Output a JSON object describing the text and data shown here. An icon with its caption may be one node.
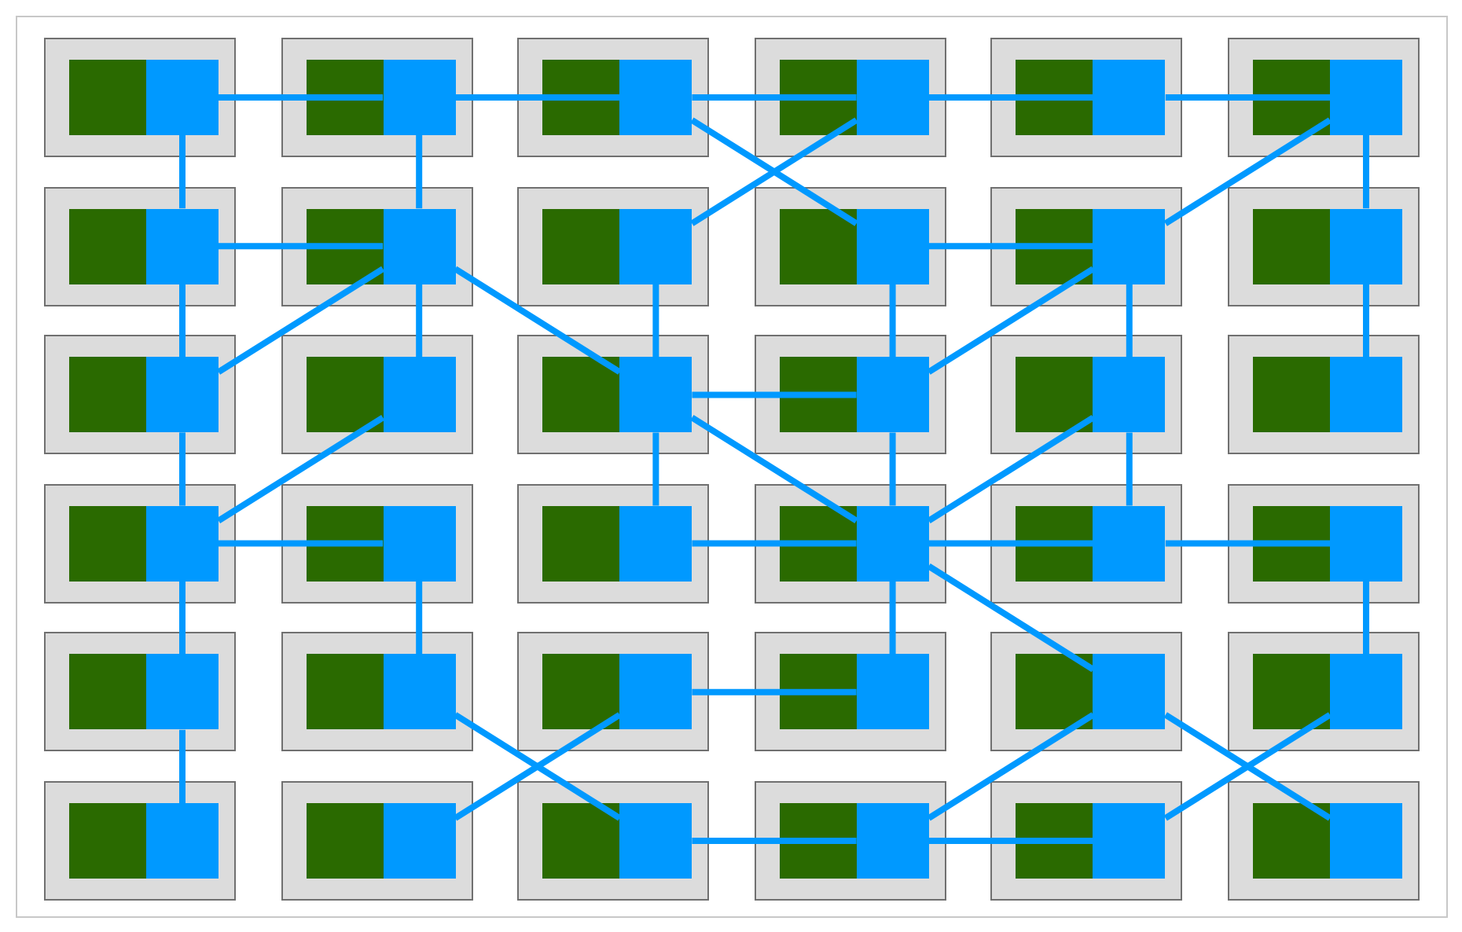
{
  "diagram": {
    "nodes": [
      {
        "text": [],
        "shape": "box"
      },
      {
        "text": [],
        "shape": "box",
        "in": 0
      },
      {
        "text": [],
        "shape": "box"
      },
      {
        "text": [],
        "shape": "box",
        "in": 2
      },
      {
        "text": [],
        "shape": "box"
      },
      {
        "text": [],
        "shape": "box",
        "in": 4
      },
      {
        "text": [],
        "shape": "box"
      },
      {
        "text": [],
        "shape": "box",
        "in": 6
      },
      {
        "text": [],
        "shape": "box"
      },
      {
        "text": [],
        "shape": "box",
        "in": 8
      },
      {
        "text": [],
        "shape": "box"
      },
      {
        "text": [],
        "shape": "box",
        "in": 10
      },
      {
        "text": [],
        "shape": "box"
      },
      {
        "text": [],
        "shape": "box",
        "in": 12
      },
      {
        "text": [],
        "shape": "box"
      },
      {
        "text": [],
        "shape": "box",
        "in": 14
      },
      {
        "text": [],
        "shape": "box"
      },
      {
        "text": [],
        "shape": "box",
        "in": 16
      },
      {
        "text": [],
        "shape": "box"
      },
      {
        "text": [],
        "shape": "box",
        "in": 18
      },
      {
        "text": [],
        "shape": "box"
      },
      {
        "text": [],
        "shape": "box",
        "in": 20
      },
      {
        "text": [],
        "shape": "box"
      },
      {
        "text": [],
        "shape": "box",
        "in": 22
      },
      {
        "text": [],
        "shape": "box"
      },
      {
        "text": [],
        "shape": "box",
        "in": 24
      },
      {
        "text": [],
        "shape": "box"
      },
      {
        "text": [],
        "shape": "box",
        "in": 26
      },
      {
        "text": [],
        "shape": "box"
      },
      {
        "text": [],
        "shape": "box",
        "in": 28
      },
      {
        "text": [],
        "shape": "box"
      },
      {
        "text": [],
        "shape": "box",
        "in": 30
      },
      {
        "text": [],
        "shape": "box"
      },
      {
        "text": [],
        "shape": "box",
        "in": 32
      },
      {
        "text": [],
        "shape": "box"
      },
      {
        "text": [],
        "shape": "box",
        "in": 34
      },
      {
        "text": [],
        "shape": "box"
      },
      {
        "text": [],
        "shape": "box",
        "in": 36
      },
      {
        "text": [],
        "shape": "box"
      },
      {
        "text": [],
        "shape": "box",
        "in": 38
      },
      {
        "text": [],
        "shape": "box"
      },
      {
        "text": [],
        "shape": "box",
        "in": 40
      },
      {
        "text": [],
        "shape": "box"
      },
      {
        "text": [],
        "shape": "box",
        "in": 42
      },
      {
        "text": [],
        "shape": "box"
      },
      {
        "text": [],
        "shape": "box",
        "in": 44
      },
      {
        "text": [],
        "shape": "box"
      },
      {
        "text": [],
        "shape": "box",
        "in": 46
      },
      {
        "text": [],
        "shape": "box"
      },
      {
        "text": [],
        "shape": "box",
        "in": 48
      },
      {
        "text": [],
        "shape": "box"
      },
      {
        "text": [],
        "shape": "box",
        "in": 50
      },
      {
        "text": [],
        "shape": "box"
      },
      {
        "text": [],
        "shape": "box",
        "in": 52
      },
      {
        "text": [],
        "shape": "box"
      },
      {
        "text": [],
        "shape": "box",
        "in": 54
      },
      {
        "text": [],
        "shape": "box"
      },
      {
        "text": [],
        "shape": "box",
        "in": 56
      },
      {
        "text": [],
        "shape": "box"
      },
      {
        "text": [],
        "shape": "box",
        "in": 58
      },
      {
        "text": [],
        "shape": "box"
      },
      {
        "text": [],
        "shape": "box",
        "in": 60
      },
      {
        "text": [],
        "shape": "box"
      },
      {
        "text": [],
        "shape": "box",
        "in": 62
      },
      {
        "text": [],
        "shape": "box"
      },
      {
        "text": [],
        "shape": "box",
        "in": 64
      },
      {
        "text": [],
        "shape": "box"
      },
      {
        "text": [],
        "shape": "box",
        "in": 66
      },
      {
        "text": [],
        "shape": "box"
      },
      {
        "text": [],
        "shape": "box",
        "in": 68
      },
      {
        "text": [],
        "shape": "box"
      },
      {
        "text": [],
        "shape": "box",
        "in": 70
      }
    ],
    "edges": [
      {
        "from": 1,
        "to": 3,
        "arrow": "none"
      },
      {
        "from": 3,
        "to": 5,
        "arrow": "none"
      },
      {
        "from": 5,
        "to": 7,
        "arrow": "none"
      },
      {
        "from": 7,
        "to": 9,
        "arrow": "none"
      },
      {
        "from": 9,
        "to": 11,
        "arrow": "none"
      },
      {
        "from": 1,
        "to": 13,
        "arrow": "none"
      },
      {
        "from": 3,
        "to": 15,
        "arrow": "none"
      },
      {
        "from": 5,
        "to": 19,
        "arrow": "none"
      },
      {
        "from": 7,
        "to": 17,
        "arrow": "none"
      },
      {
        "from": 11,
        "to": 21,
        "arrow": "none"
      },
      {
        "from": 11,
        "to": 23,
        "arrow": "none"
      },
      {
        "from": 13,
        "to": 15,
        "arrow": "none"
      },
      {
        "from": 15,
        "to": 25,
        "arrow": "none"
      },
      {
        "from": 15,
        "to": 27,
        "arrow": "none"
      },
      {
        "from": 15,
        "to": 29,
        "arrow": "none"
      },
      {
        "from": 13,
        "to": 25,
        "arrow": "none"
      },
      {
        "from": 17,
        "to": 29,
        "arrow": "none"
      },
      {
        "from": 19,
        "to": 21,
        "arrow": "none"
      },
      {
        "from": 19,
        "to": 31,
        "arrow": "none"
      },
      {
        "from": 21,
        "to": 31,
        "arrow": "none"
      },
      {
        "from": 21,
        "to": 33,
        "arrow": "none"
      },
      {
        "from": 23,
        "to": 35,
        "arrow": "none"
      },
      {
        "from": 25,
        "to": 37,
        "arrow": "none"
      },
      {
        "from": 27,
        "to": 37,
        "arrow": "none"
      },
      {
        "from": 29,
        "to": 31,
        "arrow": "none"
      },
      {
        "from": 29,
        "to": 41,
        "arrow": "none"
      },
      {
        "from": 29,
        "to": 43,
        "arrow": "none"
      },
      {
        "from": 31,
        "to": 43,
        "arrow": "none"
      },
      {
        "from": 33,
        "to": 43,
        "arrow": "none"
      },
      {
        "from": 33,
        "to": 45,
        "arrow": "none"
      },
      {
        "from": 37,
        "to": 39,
        "arrow": "none"
      },
      {
        "from": 37,
        "to": 49,
        "arrow": "none"
      },
      {
        "from": 39,
        "to": 51,
        "arrow": "none"
      },
      {
        "from": 41,
        "to": 43,
        "arrow": "none"
      },
      {
        "from": 43,
        "to": 45,
        "arrow": "none"
      },
      {
        "from": 45,
        "to": 47,
        "arrow": "none"
      },
      {
        "from": 43,
        "to": 57,
        "arrow": "none"
      },
      {
        "from": 43,
        "to": 55,
        "arrow": "none"
      },
      {
        "from": 47,
        "to": 59,
        "arrow": "none"
      },
      {
        "from": 49,
        "to": 61,
        "arrow": "none"
      },
      {
        "from": 51,
        "to": 65,
        "arrow": "none"
      },
      {
        "from": 53,
        "to": 63,
        "arrow": "none"
      },
      {
        "from": 53,
        "to": 55,
        "arrow": "none"
      },
      {
        "from": 57,
        "to": 67,
        "arrow": "none"
      },
      {
        "from": 57,
        "to": 71,
        "arrow": "none"
      },
      {
        "from": 59,
        "to": 69,
        "arrow": "none"
      },
      {
        "from": 65,
        "to": 67,
        "arrow": "none"
      },
      {
        "from": 67,
        "to": 69,
        "arrow": "none"
      }
    ]
  }
}
